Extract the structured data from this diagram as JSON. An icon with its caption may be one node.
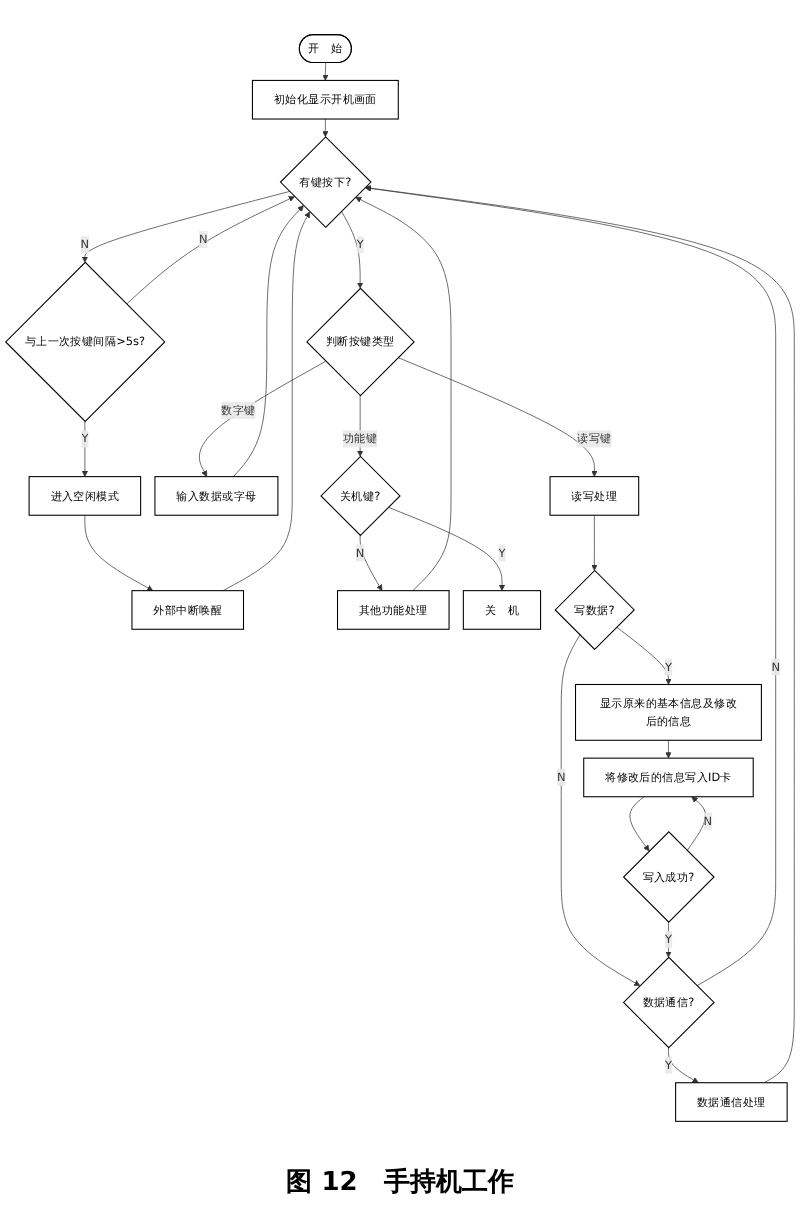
{
  "diagram": {
    "caption": "图 12　手持机工作",
    "nodes": [
      {
        "text": [
          "开　始"
        ]
      },
      {
        "text": [
          "初始化显示开机画面"
        ]
      },
      {
        "text": [
          "外部中断唤醒"
        ]
      },
      {
        "text": [
          "进入空闲模式"
        ]
      },
      {
        "text": [
          "与上一次按键间隔>5s?"
        ]
      },
      {
        "text": [
          "有键按下?"
        ]
      },
      {
        "text": [
          "判断按键类型"
        ]
      },
      {
        "text": [
          "输入数据或字母"
        ]
      },
      {
        "text": [
          "关机键?"
        ]
      },
      {
        "text": [
          "其他功能处理"
        ]
      },
      {
        "text": [
          "关　机"
        ]
      },
      {
        "text": [
          "读写处理"
        ]
      },
      {
        "text": [
          "写数据?"
        ]
      },
      {
        "text": [
          "数据通信?"
        ]
      },
      {
        "text": [
          "数据通信处理"
        ]
      },
      {
        "text": [
          "显示原来的基本信息及修改后的信息"
        ]
      },
      {
        "text": [
          "将修改后的信息写入ID卡"
        ]
      },
      {
        "text": [
          "写入成功?"
        ]
      }
    ],
    "edges": [
      {
        "from": 0,
        "to": 1,
        "arrow": "to"
      },
      {
        "from": 1,
        "to": 5,
        "arrow": "to"
      },
      {
        "from": 5,
        "to": 4,
        "label": "N",
        "arrow": "to"
      },
      {
        "from": 4,
        "to": 5,
        "label": "N",
        "arrow": "to"
      },
      {
        "from": 4,
        "to": 3,
        "label": "Y",
        "arrow": "to"
      },
      {
        "from": 3,
        "to": 2,
        "arrow": "to"
      },
      {
        "from": 2,
        "to": 5,
        "arrow": "to"
      },
      {
        "from": 9,
        "to": 5,
        "arrow": "to"
      },
      {
        "from": 7,
        "to": 5,
        "arrow": "to"
      },
      {
        "from": 13,
        "to": 5,
        "label": "N",
        "arrow": "to"
      },
      {
        "from": 14,
        "to": 5,
        "arrow": "to"
      },
      {
        "from": 5,
        "to": 6,
        "label": "Y",
        "arrow": "to"
      },
      {
        "from": 6,
        "to": 7,
        "label": "数字键",
        "arrow": "to"
      },
      {
        "from": 6,
        "to": 8,
        "label": "功能键",
        "arrow": "to"
      },
      {
        "from": 6,
        "to": 11,
        "label": "读写键",
        "arrow": "to"
      },
      {
        "from": 8,
        "to": 10,
        "label": "Y",
        "arrow": "to"
      },
      {
        "from": 8,
        "to": 9,
        "label": "N",
        "arrow": "to"
      },
      {
        "from": 11,
        "to": 12,
        "arrow": "to"
      },
      {
        "from": 12,
        "to": 13,
        "label": "N",
        "arrow": "to"
      },
      {
        "from": 17,
        "to": 13,
        "label": "Y",
        "arrow": "to"
      },
      {
        "from": 12,
        "to": 15,
        "label": "Y",
        "arrow": "to"
      },
      {
        "from": 15,
        "to": 16,
        "arrow": "to"
      },
      {
        "from": 16,
        "to": 17,
        "arrow": "to"
      },
      {
        "from": 17,
        "to": 16,
        "label": "N",
        "arrow": "to"
      },
      {
        "from": 13,
        "to": 14,
        "label": "Y",
        "arrow": "to"
      }
    ]
  }
}
